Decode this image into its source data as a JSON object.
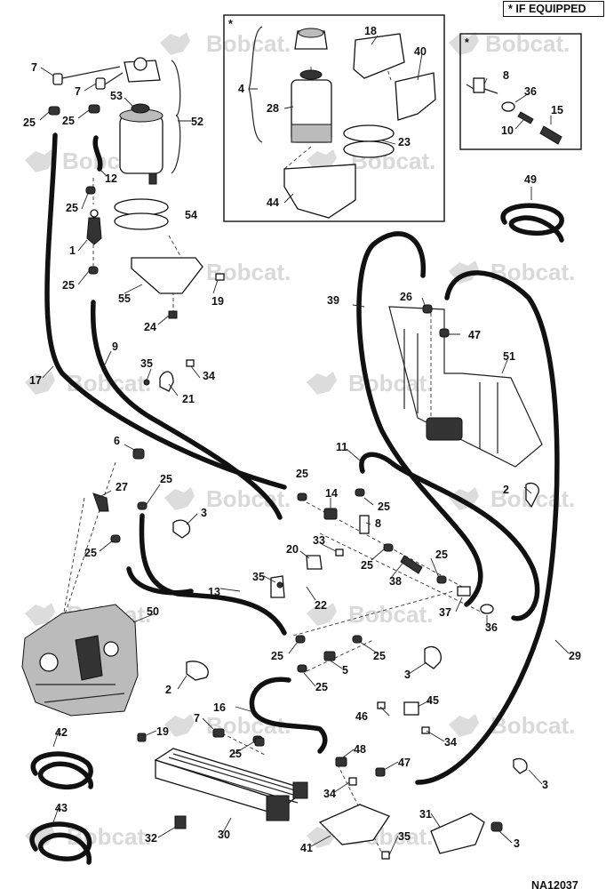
{
  "legend": {
    "star": "*",
    "text": "IF EQUIPPED"
  },
  "ref_code": "NA12037",
  "watermark": "Bobcat.",
  "colors": {
    "line": "#111111",
    "watermark": "#d9d9d9",
    "background": "#ffffff"
  },
  "icons": {
    "star": "asterisk-icon",
    "watermark_logo": "bobcat-head-logo-icon"
  },
  "callouts": {
    "c7a": "7",
    "c7b": "7",
    "c25a": "25",
    "c25b": "25",
    "c53": "53",
    "c52": "52",
    "c12": "12",
    "c25c": "25",
    "c54": "54",
    "c1": "1",
    "c25d": "25",
    "c55": "55",
    "c19a": "19",
    "c24": "24",
    "c9": "9",
    "c35a": "35",
    "c34a": "34",
    "c21": "21",
    "c17": "17",
    "c4": "4",
    "c18": "18",
    "c40": "40",
    "c28": "28",
    "c23": "23",
    "c44": "44",
    "c8a": "8",
    "c36a": "36",
    "c15": "15",
    "c10": "10",
    "c49": "49",
    "c39": "39",
    "c26": "26",
    "c47a": "47",
    "c51": "51",
    "c6": "6",
    "c27": "27",
    "c25e": "25",
    "c25f": "25",
    "c3a": "3",
    "c25g": "25",
    "c11": "11",
    "c14": "14",
    "c25h": "25",
    "c8b": "8",
    "c2a": "2",
    "c33": "33",
    "c20": "20",
    "c25i": "25",
    "c25j": "25",
    "c38": "38",
    "c35b": "35",
    "c22": "22",
    "c13": "13",
    "c37": "37",
    "c36b": "36",
    "c50": "50",
    "c25k": "25",
    "c5": "5",
    "c25l": "25",
    "c3b": "3",
    "c29": "29",
    "c2b": "2",
    "c25m": "25",
    "c16": "16",
    "c45": "45",
    "c46": "46",
    "c34b": "34",
    "c42": "42",
    "c19b": "19",
    "c7c": "7",
    "c25n": "25",
    "c48": "48",
    "c47b": "47",
    "c3c": "3",
    "c34c": "34",
    "c43": "43",
    "c32": "32",
    "c30": "30",
    "c31": "31",
    "c41": "41",
    "c35c": "35",
    "c3d": "3"
  }
}
